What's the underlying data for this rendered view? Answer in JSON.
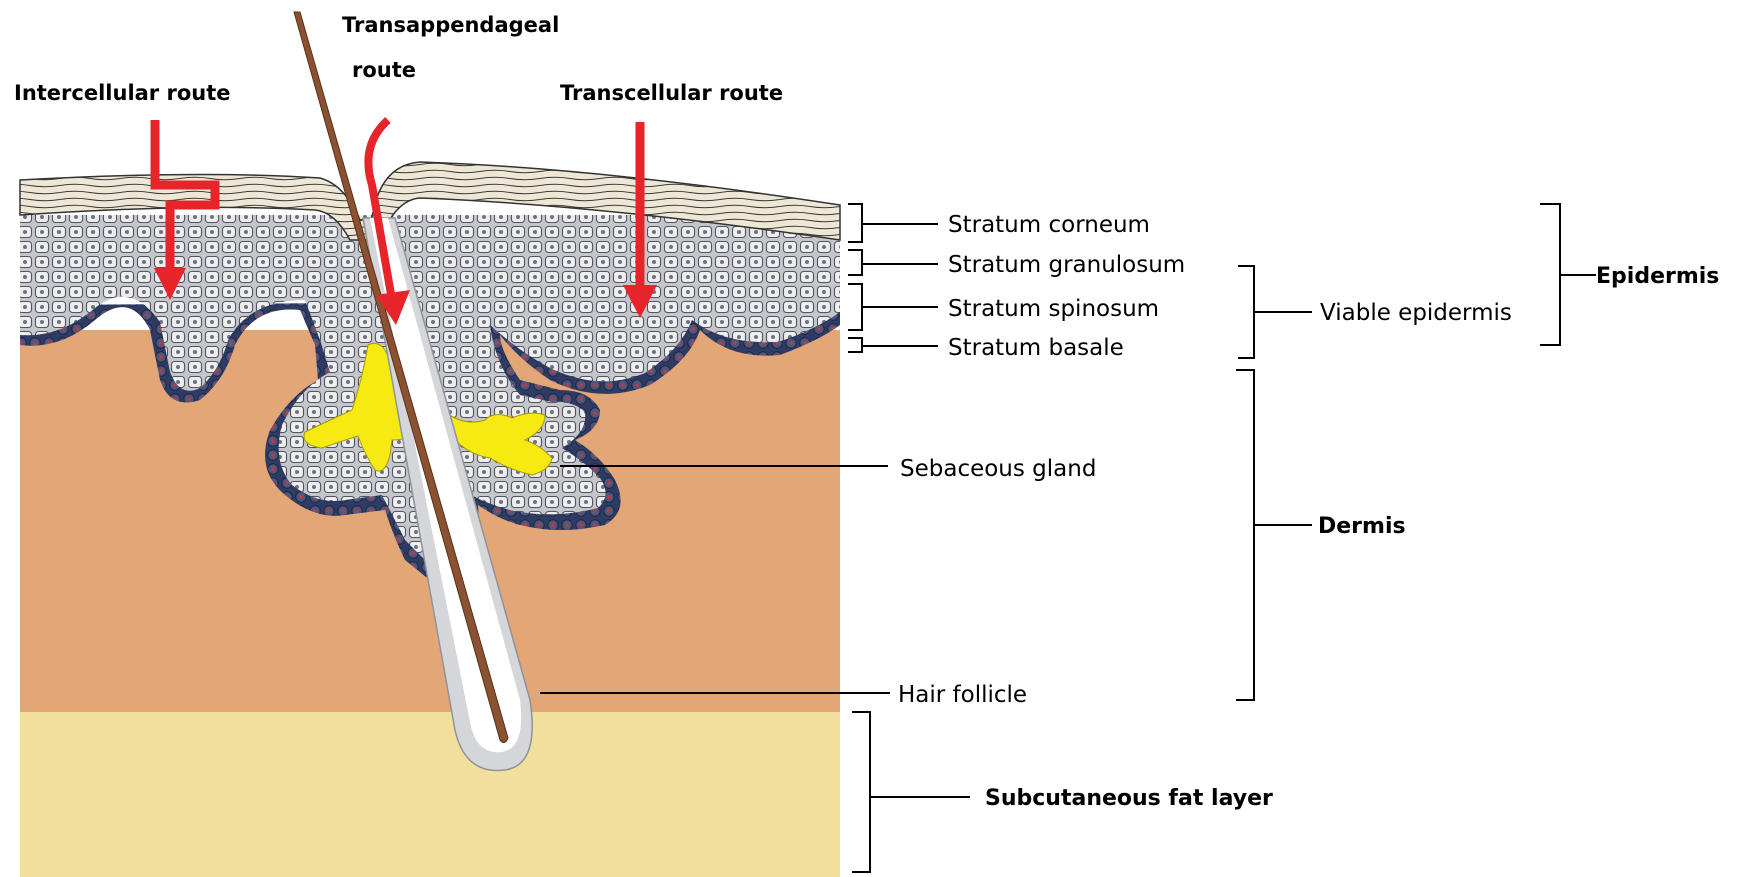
{
  "routes": {
    "intercellular": "Intercellular route",
    "transappendageal_line1": "Transappendageal",
    "transappendageal_line2": "route",
    "transcellular": "Transcellular route"
  },
  "layers": {
    "stratum_corneum": "Stratum corneum",
    "stratum_granulosum": "Stratum granulosum",
    "stratum_spinosum": "Stratum spinosum",
    "stratum_basale": "Stratum basale",
    "viable_epidermis": "Viable epidermis",
    "epidermis": "Epidermis",
    "sebaceous_gland": "Sebaceous gland",
    "dermis": "Dermis",
    "hair_follicle": "Hair follicle",
    "subcutaneous_fat": "Subcutaneous fat layer"
  },
  "colors": {
    "dermis": "#e3a677",
    "subcutaneous_fat": "#f2df9e",
    "stratum_corneum": "#ede4d2",
    "cell_layer": "#c9cacd",
    "basal_cells": "#3a4770",
    "sebum": "#f6ea12",
    "hair_shaft": "#8a5233",
    "route_arrow": "#e8242b"
  }
}
